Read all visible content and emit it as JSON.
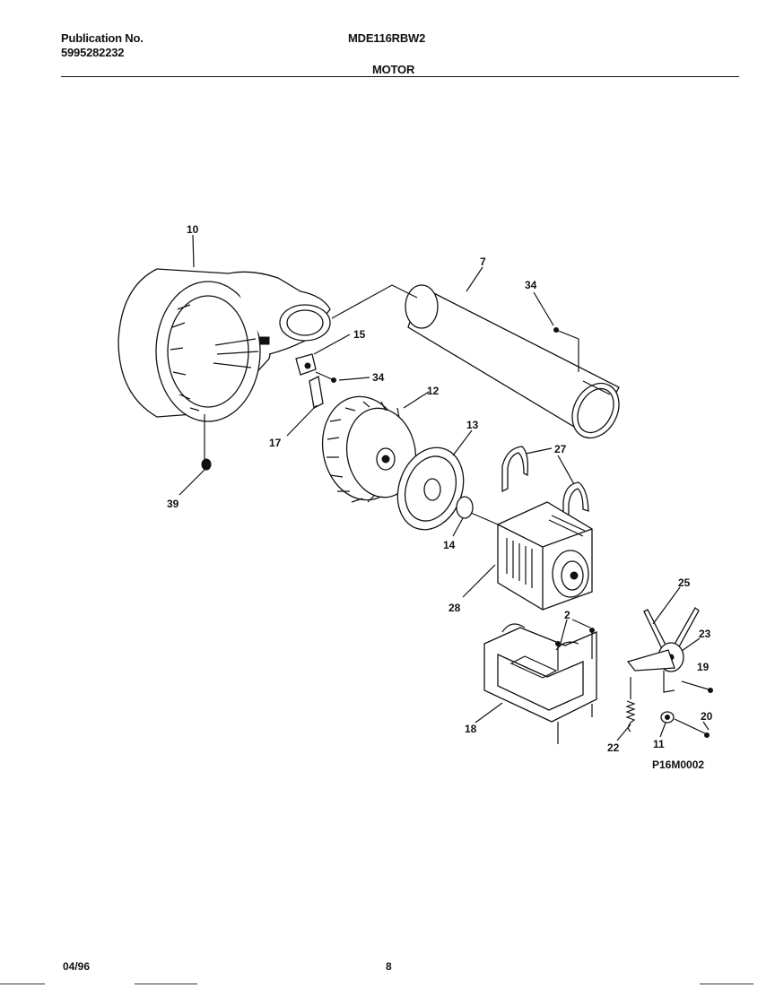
{
  "header": {
    "publication_label": "Publication No.",
    "publication_number": "5995282232",
    "model": "MDE116RBW2",
    "section_title": "MOTOR"
  },
  "callouts": [
    "10",
    "7",
    "34",
    "15",
    "34",
    "12",
    "17",
    "13",
    "27",
    "39",
    "14",
    "28",
    "2",
    "25",
    "23",
    "19",
    "18",
    "20",
    "22",
    "11"
  ],
  "diagram_code": "P16M0002",
  "footer": {
    "date": "04/96",
    "page": "8"
  }
}
